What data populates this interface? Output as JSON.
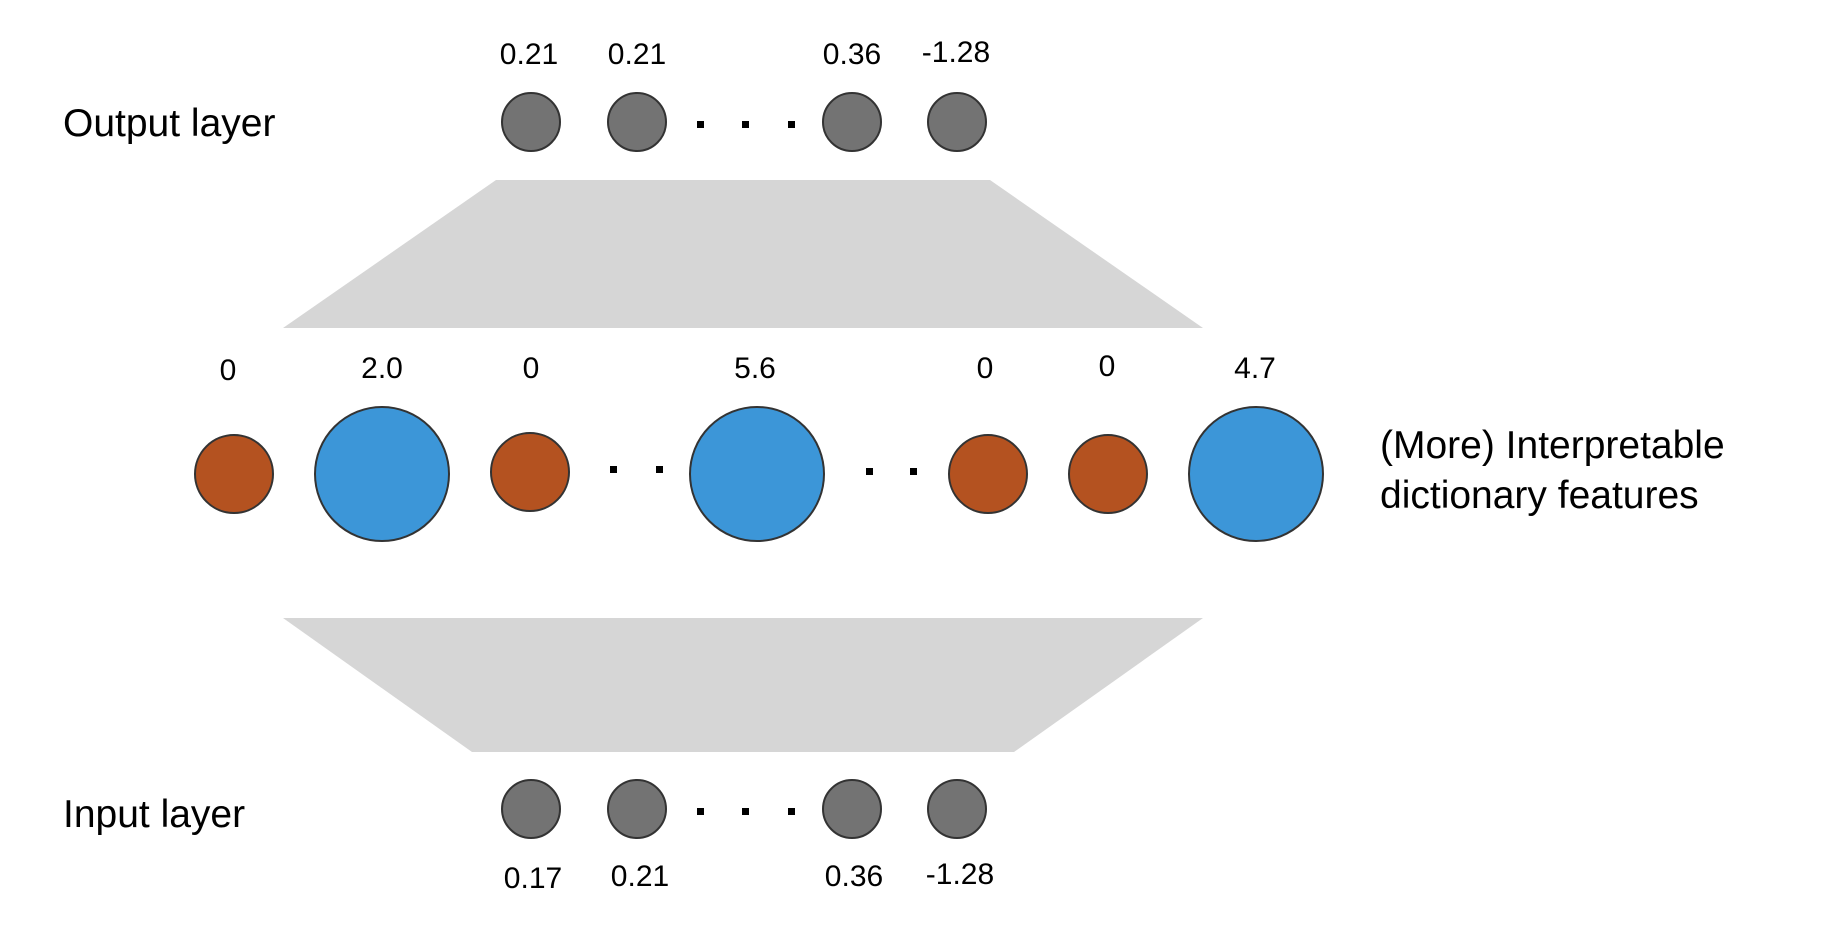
{
  "labels": {
    "output_layer": "Output layer",
    "input_layer": "Input layer",
    "features_line1": "(More) Interpretable",
    "features_line2": "dictionary features"
  },
  "output_nodes": [
    {
      "value": "0.21"
    },
    {
      "value": "0.21"
    },
    {
      "value": "0.36"
    },
    {
      "value": "-1.28"
    }
  ],
  "input_nodes": [
    {
      "value": "0.17"
    },
    {
      "value": "0.21"
    },
    {
      "value": "0.36"
    },
    {
      "value": "-1.28"
    }
  ],
  "feature_nodes": [
    {
      "value": "0",
      "active": false
    },
    {
      "value": "2.0",
      "active": true
    },
    {
      "value": "0",
      "active": false
    },
    {
      "value": "5.6",
      "active": true
    },
    {
      "value": "0",
      "active": false
    },
    {
      "value": "0",
      "active": false
    },
    {
      "value": "4.7",
      "active": true
    }
  ],
  "colors": {
    "io_node": "#737373",
    "inactive_feature": "#b45220",
    "active_feature": "#3c96d8",
    "trapezoid": "#d6d6d6",
    "stroke": "#333333"
  }
}
